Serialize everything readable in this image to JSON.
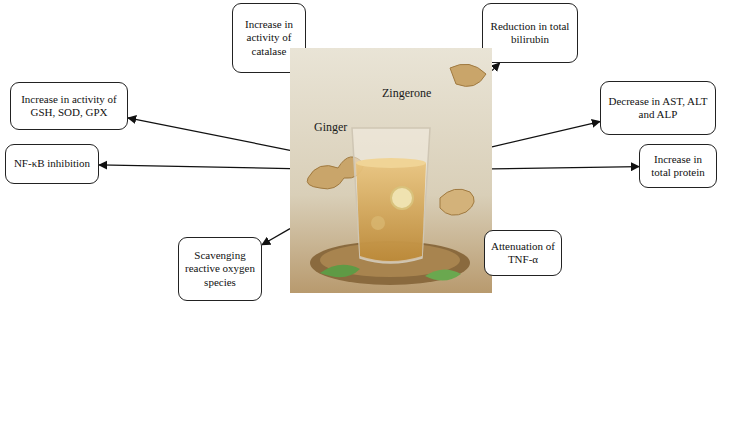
{
  "diagram": {
    "nodes": [
      {
        "text": [
          "Increase in activity of catalase"
        ]
      },
      {
        "text": [
          "Reduction in total bilirubin"
        ]
      },
      {
        "text": [
          "Increase in activity of GSH, SOD, GPX"
        ]
      },
      {
        "text": [
          "Decrease in AST, ALT and ALP"
        ]
      },
      {
        "text": [
          "Zingerone",
          "Ginger"
        ]
      },
      {
        "text": [
          "NF-κB inhibition"
        ]
      },
      {
        "text": [
          "Increase in total protein"
        ]
      },
      {
        "text": [
          "Attenuation of TNF-α"
        ]
      },
      {
        "text": [
          "Scavenging reactive oxygen species"
        ]
      }
    ],
    "edges": [
      {
        "from": 4,
        "to": 0,
        "arrow": "to"
      },
      {
        "from": 4,
        "to": 1,
        "arrow": "to"
      },
      {
        "from": 4,
        "to": 2,
        "arrow": "to"
      },
      {
        "from": 4,
        "to": 3,
        "arrow": "to"
      },
      {
        "from": 4,
        "to": 5,
        "arrow": "to"
      },
      {
        "from": 4,
        "to": 6,
        "arrow": "to"
      },
      {
        "from": 4,
        "to": 7,
        "arrow": "to"
      },
      {
        "from": 4,
        "to": 8,
        "arrow": "to"
      }
    ]
  }
}
